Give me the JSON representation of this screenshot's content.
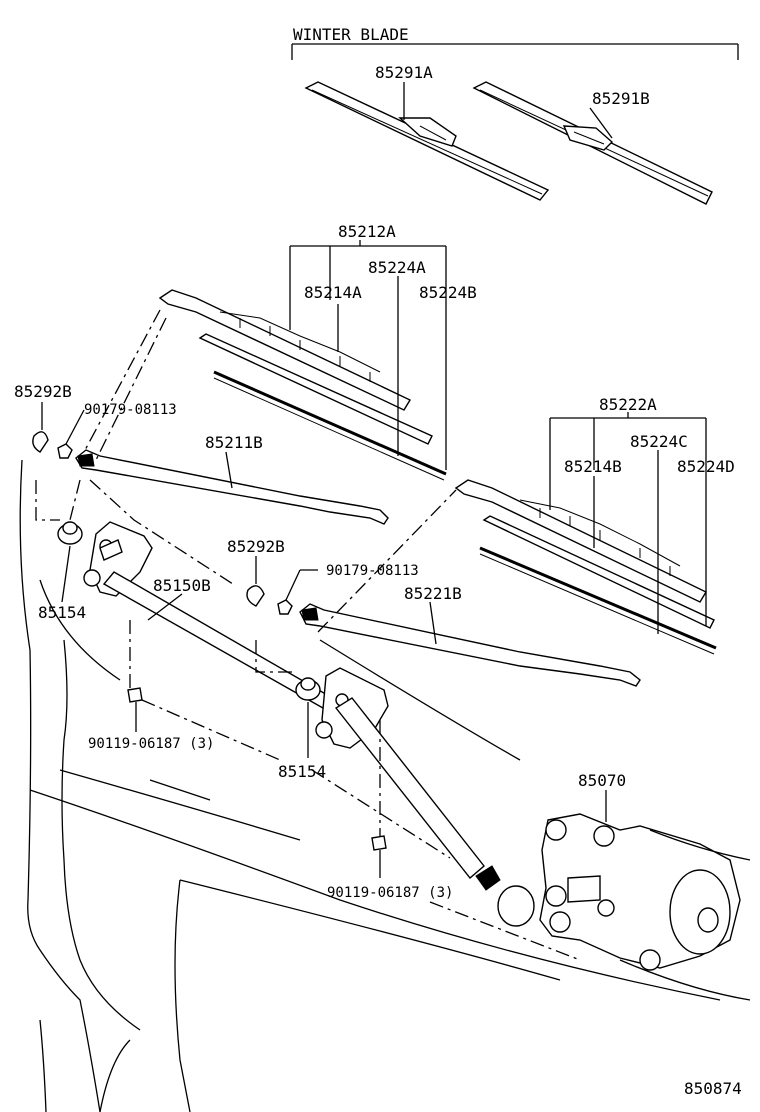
{
  "diagram": {
    "header": {
      "winter_blade": "WINTER BLADE"
    },
    "labels": {
      "p85291A": "85291A",
      "p85291B": "85291B",
      "p85212A": "85212A",
      "p85224A": "85224A",
      "p85214A": "85214A",
      "p85224B": "85224B",
      "p85292B_1": "85292B",
      "p90179_1": "90179-08113",
      "p85211B": "85211B",
      "p85222A": "85222A",
      "p85224C": "85224C",
      "p85214B": "85214B",
      "p85224D": "85224D",
      "p85292B_2": "85292B",
      "p90179_2": "90179-08113",
      "p85154_1": "85154",
      "p85150B": "85150B",
      "p85221B": "85221B",
      "p90119_1": "90119-06187 (3)",
      "p85154_2": "85154",
      "p85070": "85070",
      "p90119_2": "90119-06187 (3)",
      "figure_number": "850874"
    }
  }
}
